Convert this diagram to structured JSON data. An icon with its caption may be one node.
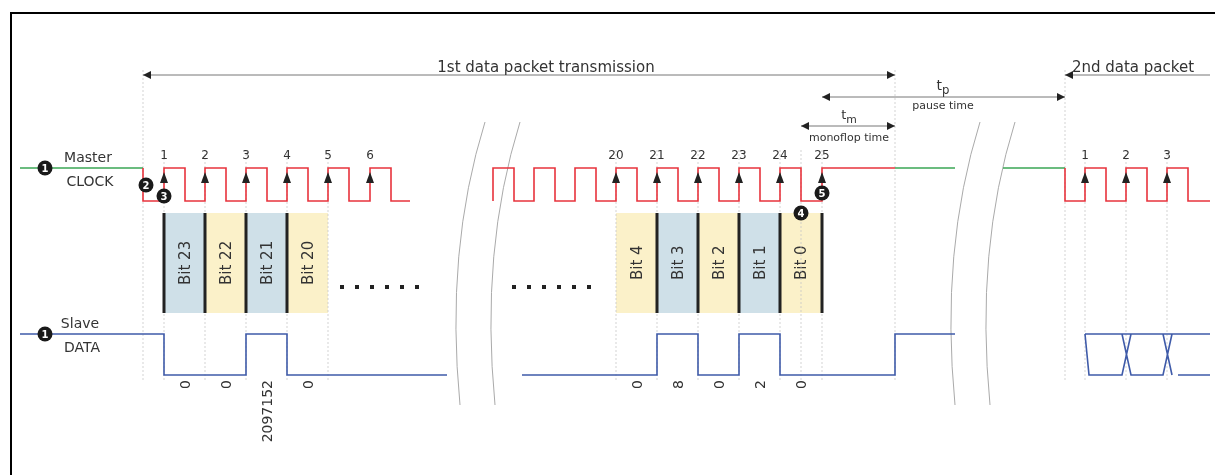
{
  "diagram": {
    "nodes": [
      {
        "text": [
          "Bit 23"
        ]
      },
      {
        "text": [
          "Bit 22"
        ]
      },
      {
        "text": [
          "Bit 21"
        ]
      },
      {
        "text": [
          "Bit 20"
        ]
      },
      {
        "text": [
          "Bit 4"
        ]
      },
      {
        "text": [
          "Bit 3"
        ]
      },
      {
        "text": [
          "Bit 2"
        ]
      },
      {
        "text": [
          "Bit 1"
        ]
      },
      {
        "text": [
          "Bit 0"
        ]
      }
    ],
    "labels": [
      "1st data packet transmission",
      "2nd data packet",
      "t$_{p}$",
      "pause time",
      "t$_{m}$",
      "monoflop time",
      "Master",
      "1",
      "2",
      "3",
      "4",
      "5",
      "6",
      "20",
      "21",
      "22",
      "23",
      "24",
      "25",
      "1",
      "2",
      "3",
      "1",
      "CLOCK",
      "2",
      "3",
      "5",
      "4",
      "Slave",
      "1",
      "DATA",
      "0",
      "0",
      "2097152",
      "0",
      "0",
      "8",
      "0",
      "2",
      "0"
    ]
  }
}
